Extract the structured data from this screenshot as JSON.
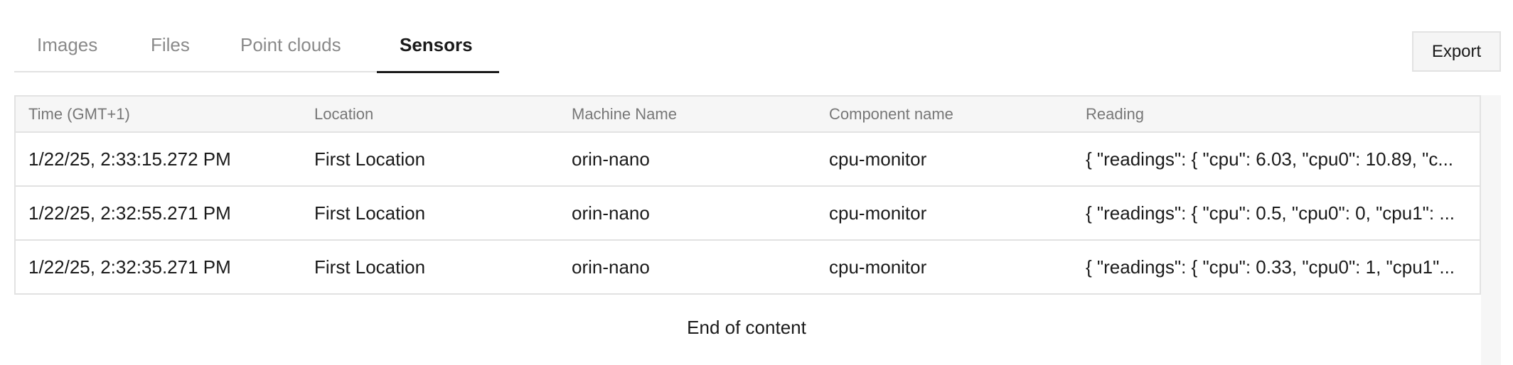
{
  "tabs": [
    {
      "label": "Images"
    },
    {
      "label": "Files"
    },
    {
      "label": "Point clouds"
    },
    {
      "label": "Sensors",
      "active": true
    }
  ],
  "toolbar": {
    "export_label": "Export"
  },
  "table": {
    "columns": [
      "Time (GMT+1)",
      "Location",
      "Machine Name",
      "Component name",
      "Reading"
    ],
    "rows": [
      [
        "1/22/25, 2:33:15.272 PM",
        "First Location",
        "orin-nano",
        "cpu-monitor",
        "{ \"readings\": { \"cpu\": 6.03, \"cpu0\": 10.89, \"c..."
      ],
      [
        "1/22/25, 2:32:55.271 PM",
        "First Location",
        "orin-nano",
        "cpu-monitor",
        "{ \"readings\": { \"cpu\": 0.5, \"cpu0\": 0, \"cpu1\": ..."
      ],
      [
        "1/22/25, 2:32:35.271 PM",
        "First Location",
        "orin-nano",
        "cpu-monitor",
        "{ \"readings\": { \"cpu\": 0.33, \"cpu0\": 1, \"cpu1\"..."
      ]
    ]
  },
  "footer": {
    "end_label": "End of content"
  }
}
